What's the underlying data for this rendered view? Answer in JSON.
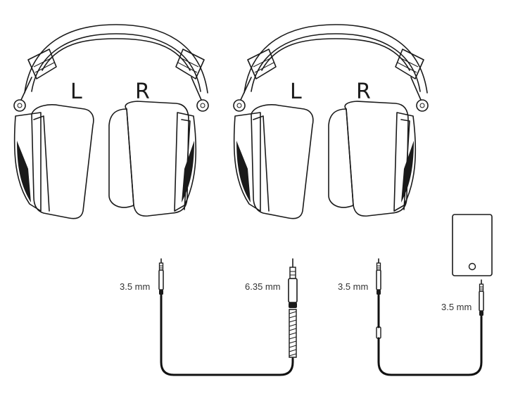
{
  "headphones": [
    {
      "left_label": "L",
      "right_label": "R"
    },
    {
      "left_label": "L",
      "right_label": "R"
    }
  ],
  "cables": [
    {
      "jack_a_label": "3.5 mm",
      "jack_b_label": "6.35 mm"
    },
    {
      "jack_a_label": "3.5 mm",
      "jack_b_label": "3.5 mm"
    }
  ],
  "colors": {
    "line": "#1a1a1a",
    "background": "#ffffff"
  },
  "icons": [
    "headphones-illustration",
    "audio-jack-3-5mm",
    "audio-jack-6-35mm",
    "audio-device"
  ]
}
